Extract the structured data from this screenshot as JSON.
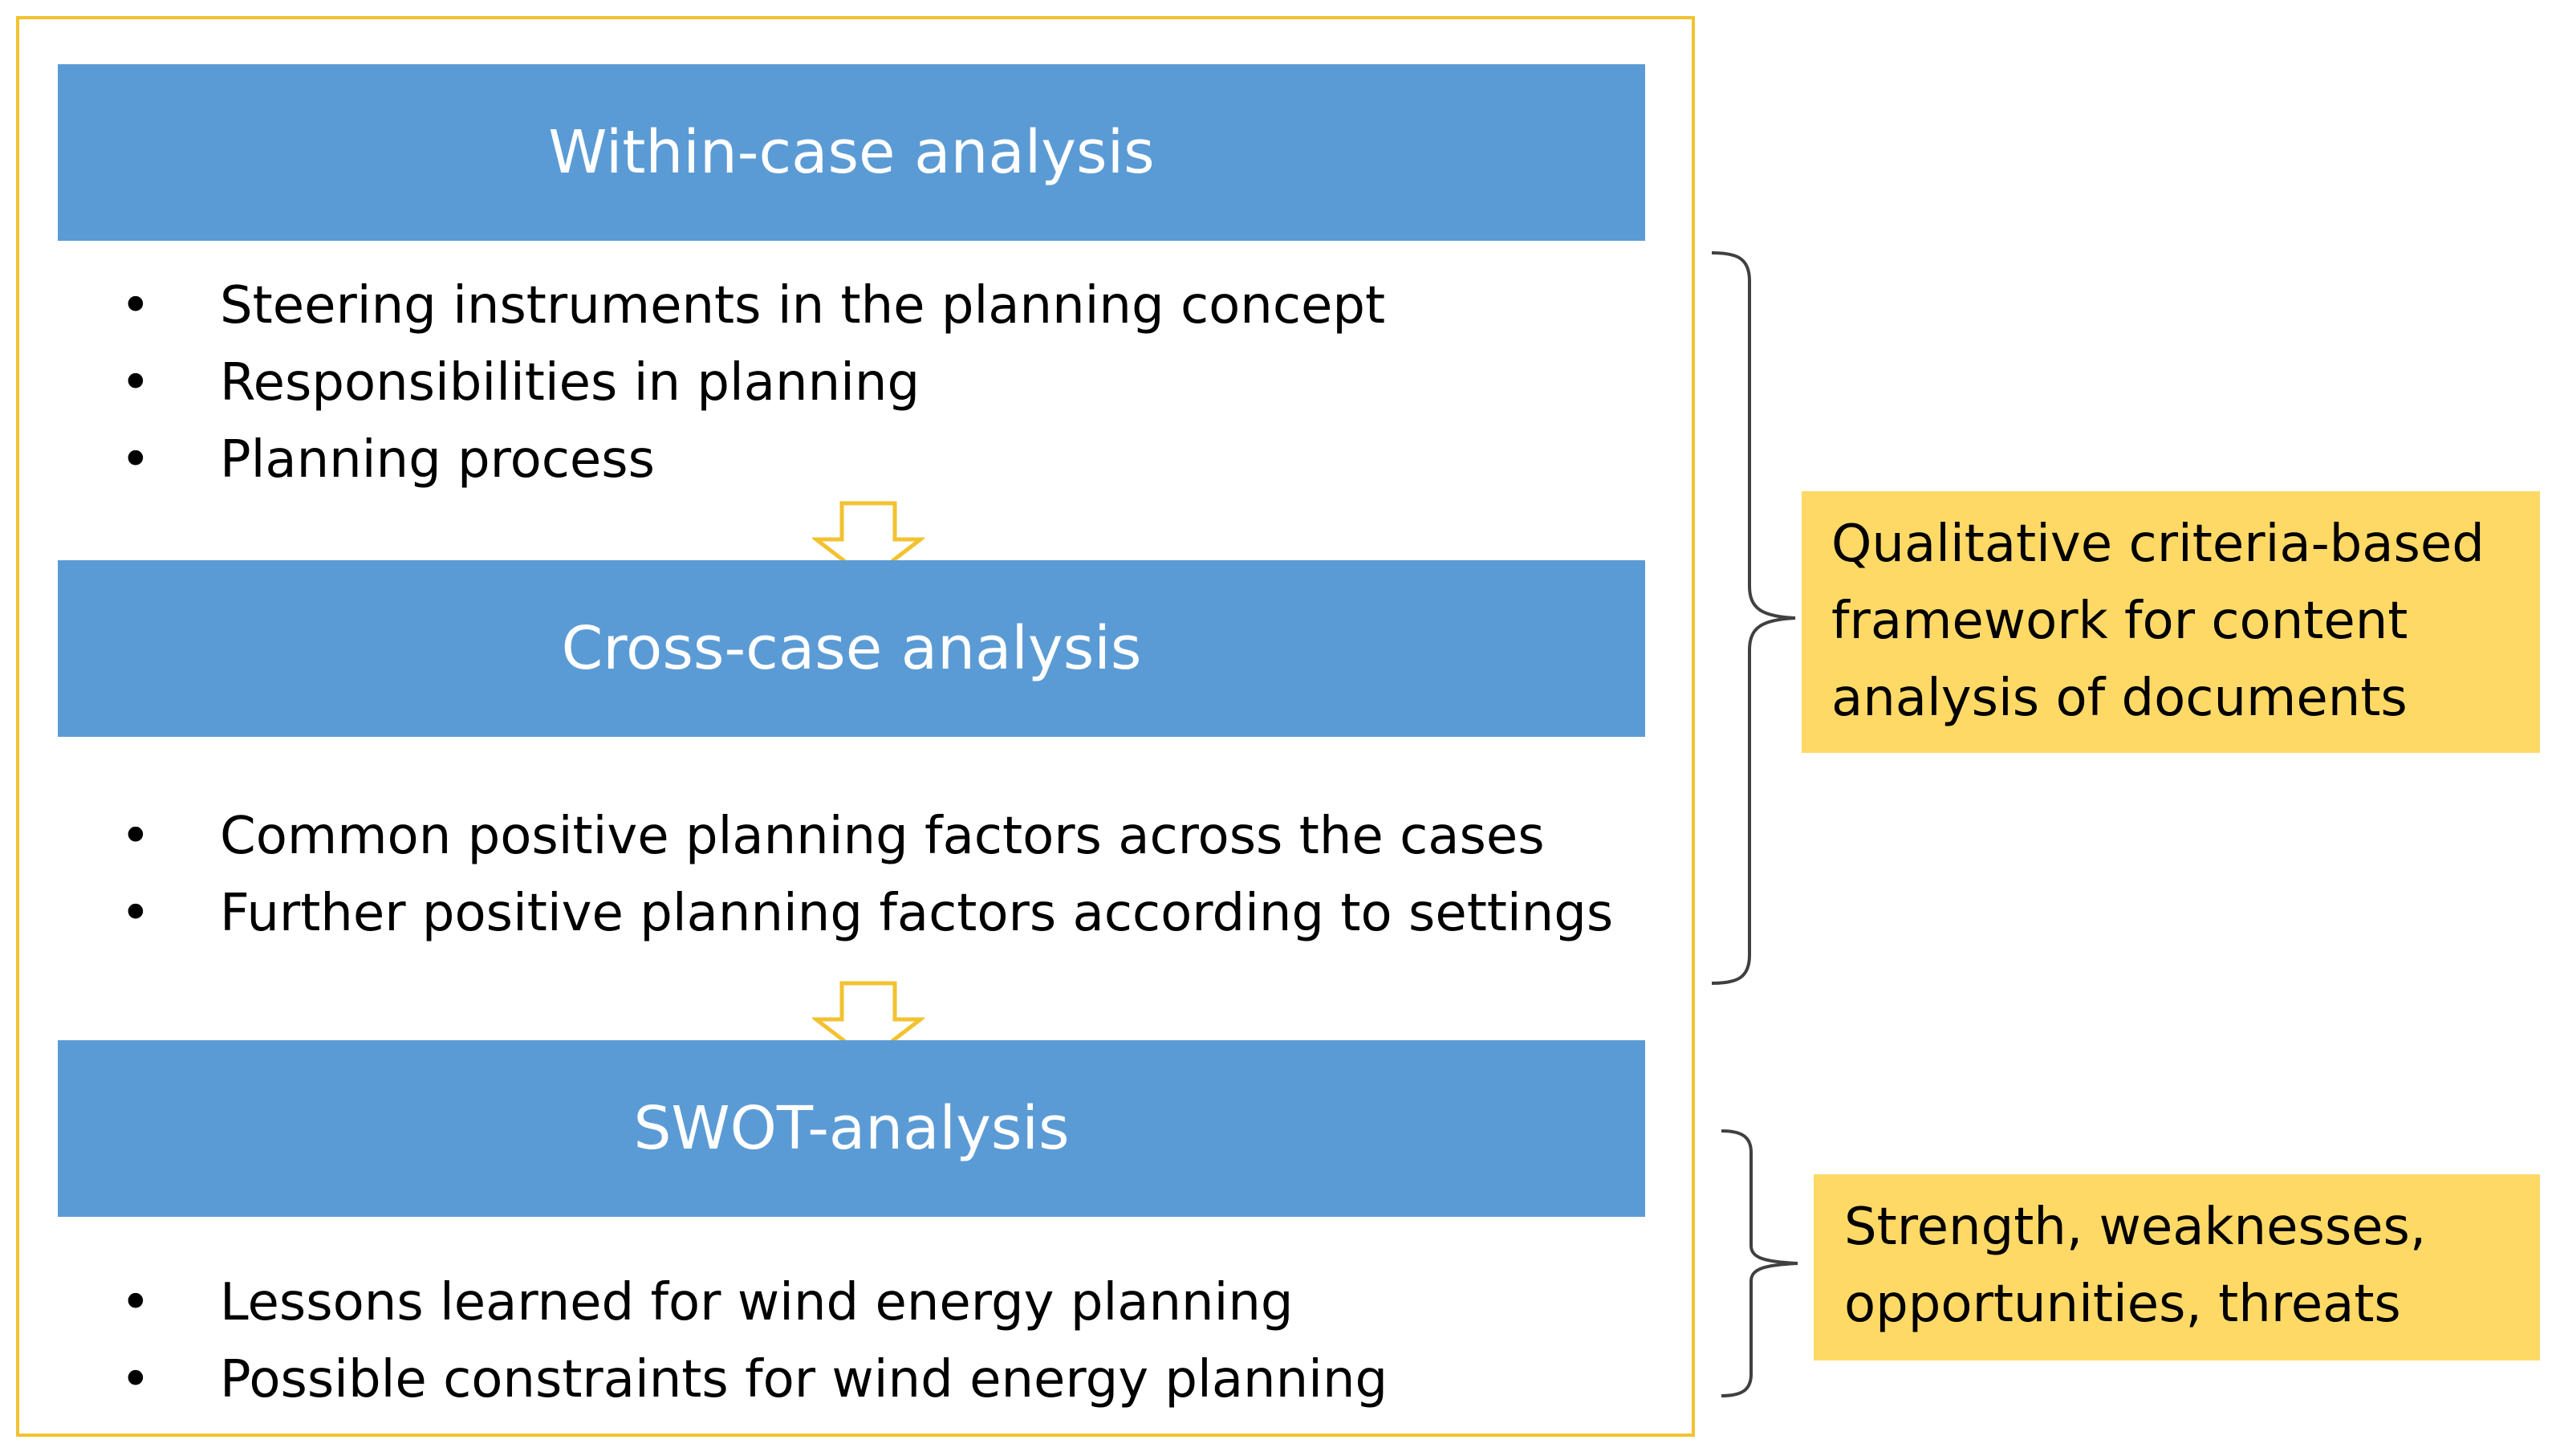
{
  "stages": [
    {
      "title": "Within-case analysis",
      "bullets": [
        "Steering instruments in the planning concept",
        "Responsibilities in planning",
        "Planning process"
      ]
    },
    {
      "title": "Cross-case analysis",
      "bullets": [
        "Common positive planning factors across the cases",
        "Further positive planning factors according to settings"
      ]
    },
    {
      "title": "SWOT-analysis",
      "bullets": [
        "Lessons learned for wind energy planning",
        "Possible constraints for wind energy planning"
      ]
    }
  ],
  "notes": [
    {
      "lines": [
        "Qualitative criteria-based",
        "framework for content",
        "analysis of documents"
      ]
    },
    {
      "lines": [
        "Strength, weaknesses,",
        "opportunities, threats"
      ]
    }
  ],
  "colors": {
    "header_fill": "#5b9bd5",
    "frame_border": "#f2c230",
    "arrow_outline": "#f2c230",
    "note_fill": "#ffd966",
    "brace_stroke": "#404040"
  },
  "icons": {
    "flow_arrow": "down-arrow-icon",
    "bracket": "right-brace-icon"
  }
}
